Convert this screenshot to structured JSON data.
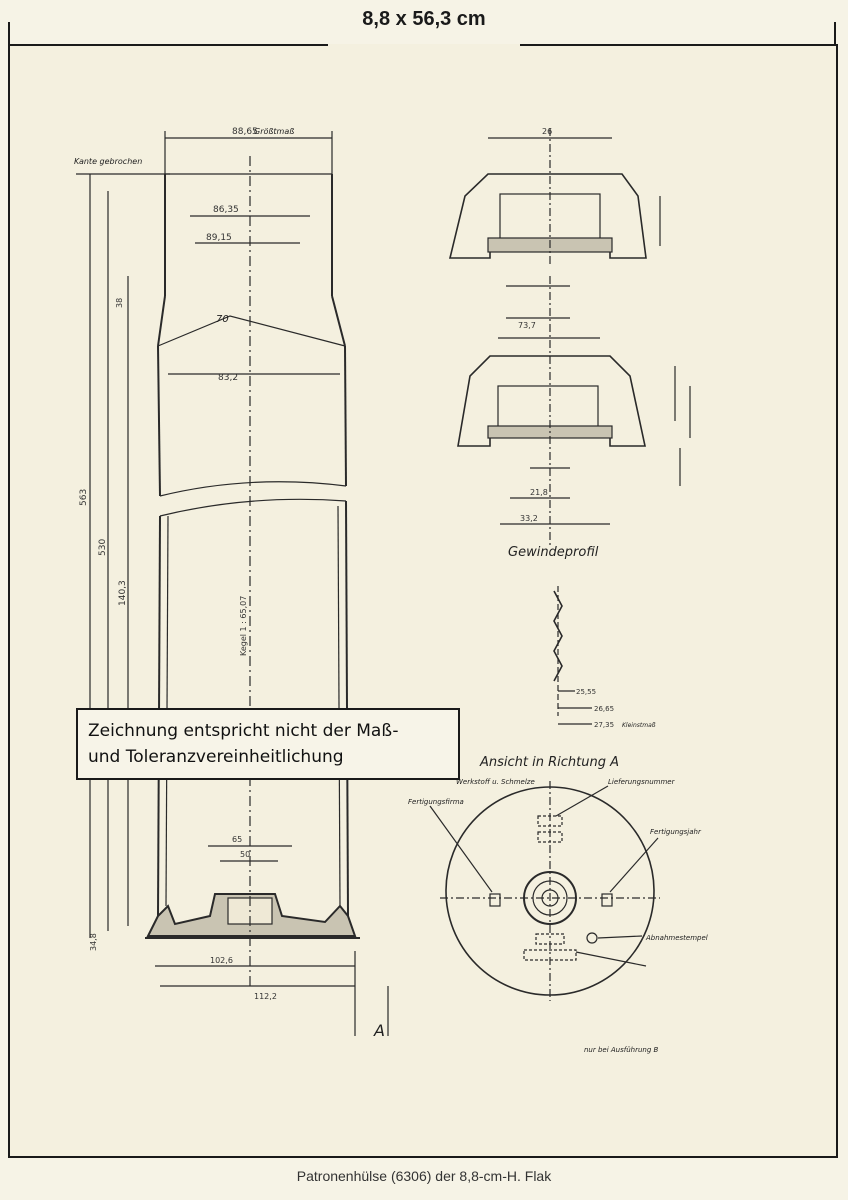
{
  "header": {
    "title": "8,8 x 56,3 cm"
  },
  "stamp": {
    "line1": "Zeichnung entspricht nicht der Maß-",
    "line2": "und Toleranzvereinheitlichung"
  },
  "labels": {
    "gewindeprofil": "Gewindeprofil",
    "ansicht": "Ansicht in Richtung A",
    "view_arrow": "A",
    "groessmass": "Größtmaß",
    "kante_gebrochen": "Kante gebrochen",
    "fertigungsfirma": "Fertigungsfirma",
    "lieferungsnummer": "Lieferungsnummer",
    "fertigungsjahr": "Fertigungsjahr",
    "abnahmestempel": "Abnahmestempel",
    "werkstoff": "Werkstoff u. Schmelze",
    "nur_bei": "nur bei Ausführung B",
    "kleinstmass": "Kleinstmaß"
  },
  "dimensions": {
    "d_top": "88,65",
    "d_inner_top": "86,35",
    "d_shoulder": "89,15",
    "d_body": "83,2",
    "len_70": "70",
    "len_38": "38",
    "len_563": "563",
    "len_530": "530",
    "len_140": "140,3",
    "kegel": "Kegel 1 : 65,07",
    "d_base": "112,2",
    "d_rim": "102,6",
    "d_primer": "50",
    "d_pocket": "65",
    "h_base": "34,8",
    "thread_top": "26",
    "thread_d1": "73,7",
    "thread_d2": "33,2",
    "thread_d3": "21,8",
    "gp_d1": "25,55",
    "gp_d2": "26,65",
    "gp_d3": "27,35"
  },
  "caption": "Patronenhülse (6306) der 8,8-cm-H. Flak"
}
